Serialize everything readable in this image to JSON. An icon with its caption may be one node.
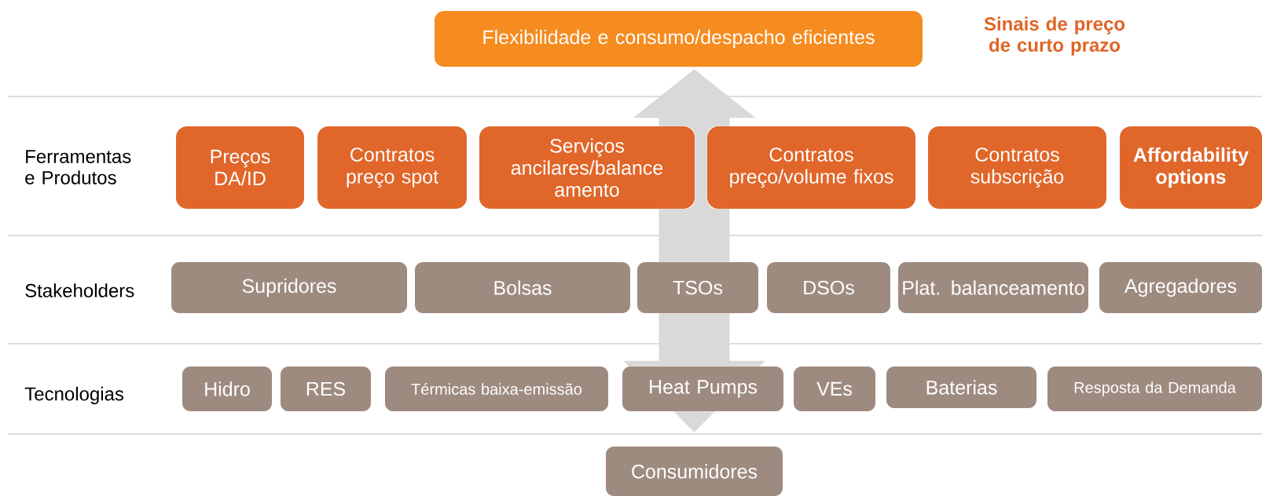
{
  "diagram": {
    "nodes": [
      {
        "text": [
          "Flexibilidade e consumo/despacho eficientes"
        ]
      },
      {
        "text": [
          "Preços DA/ID"
        ]
      },
      {
        "text": [
          "Contratos preço spot"
        ]
      },
      {
        "text": [
          "Serviços ancilares/balance amento"
        ]
      },
      {
        "text": [
          "Contratos preço/volume fixos"
        ]
      },
      {
        "text": [
          "Contratos subscrição"
        ]
      },
      {
        "text": [
          "Affordability options"
        ]
      },
      {
        "text": [
          "Supridores"
        ]
      },
      {
        "text": [
          "Bolsas"
        ]
      },
      {
        "text": [
          "TSOs"
        ]
      },
      {
        "text": [
          "DSOs"
        ]
      },
      {
        "text": [
          "Plat. balanceamento"
        ]
      },
      {
        "text": [
          "Agregadores"
        ]
      },
      {
        "text": [
          "Hidro"
        ]
      },
      {
        "text": [
          "RES"
        ]
      },
      {
        "text": [
          "Térmicas baixa-emissão"
        ]
      },
      {
        "text": [
          "Heat Pumps"
        ]
      },
      {
        "text": [
          "VEs"
        ]
      },
      {
        "text": [
          "Baterias"
        ]
      },
      {
        "text": [
          "Resposta da Demanda"
        ]
      },
      {
        "text": [
          "Consumidores"
        ]
      }
    ],
    "edges": [
      {
        "from": 0,
        "to": 20,
        "arrow": "both",
        "style": "thick",
        "color": "#d9d9d9"
      }
    ],
    "labels": [
      "Sinais de preço de curto prazo",
      "Ferramentas e Produtos",
      "Stakeholders",
      "Tecnologias"
    ]
  }
}
